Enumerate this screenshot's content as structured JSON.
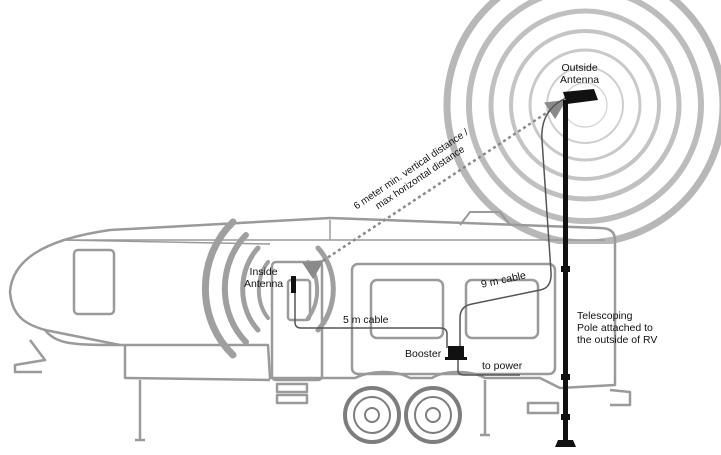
{
  "labels": {
    "outside_antenna_line1": "Outside",
    "outside_antenna_line2": "Antenna",
    "inside_antenna_line1": "Inside",
    "inside_antenna_line2": "Antenna",
    "distance_line1": "6 meter min. vertical distance /",
    "distance_line2": "max horizontal distance",
    "cable_5m": "5 m cable",
    "cable_9m": "9 m cable",
    "booster": "Booster",
    "to_power": "to power",
    "pole_line1": "Telescoping",
    "pole_line2": "Pole attached to",
    "pole_line3": "the outside of RV"
  },
  "colors": {
    "outline": "#9a9a9a",
    "outline_dark": "#7d7d7d",
    "signal_waves": "#9f9f9f",
    "cable": "#5a5a5a",
    "pole": "#111111",
    "dotted_line": "#8a8a8a"
  }
}
